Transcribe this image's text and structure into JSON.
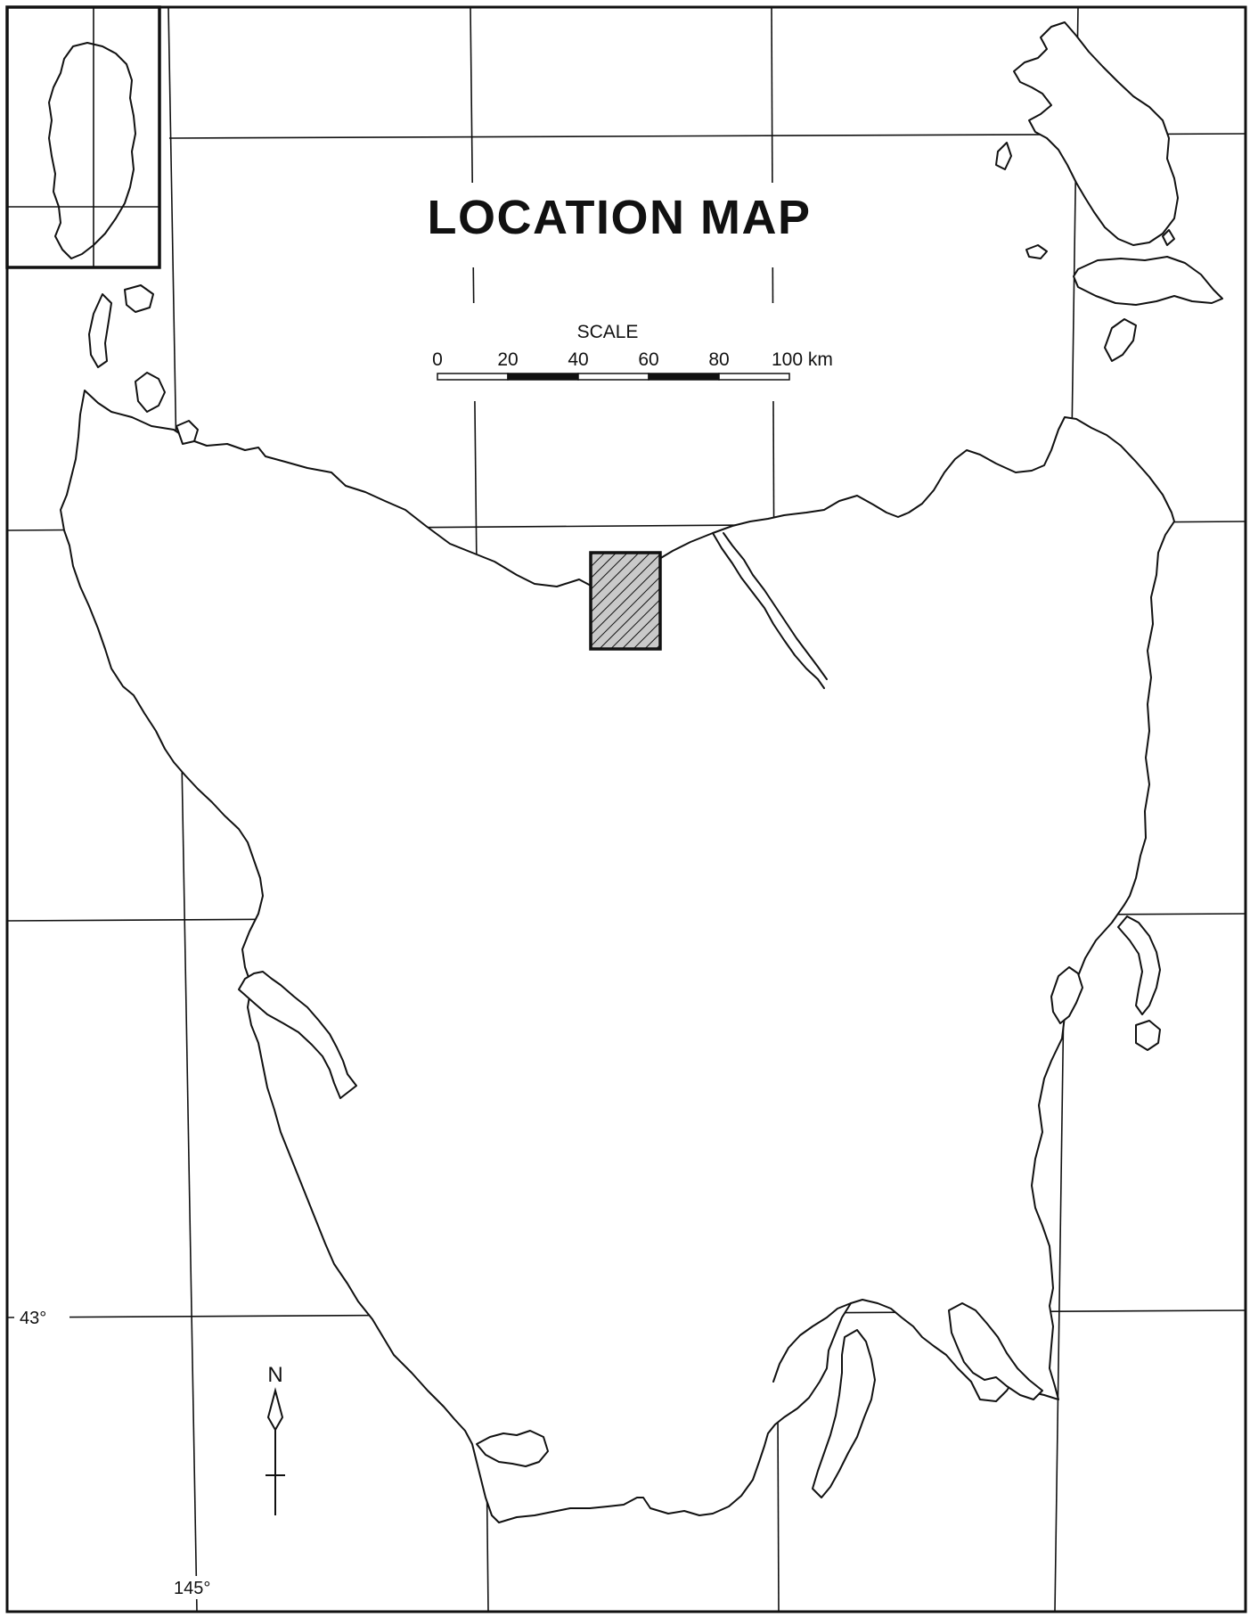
{
  "title": "LOCATION MAP",
  "scale": {
    "label": "SCALE",
    "ticks": [
      "0",
      "20",
      "40",
      "60",
      "80",
      "100 km"
    ]
  },
  "north": {
    "label": "N"
  },
  "coordinates": {
    "latitude_label": "43°",
    "longitude_label": "145°"
  },
  "colors": {
    "ink": "#111111",
    "paper": "#ffffff",
    "hatch_fill": "#c9c9c9"
  }
}
